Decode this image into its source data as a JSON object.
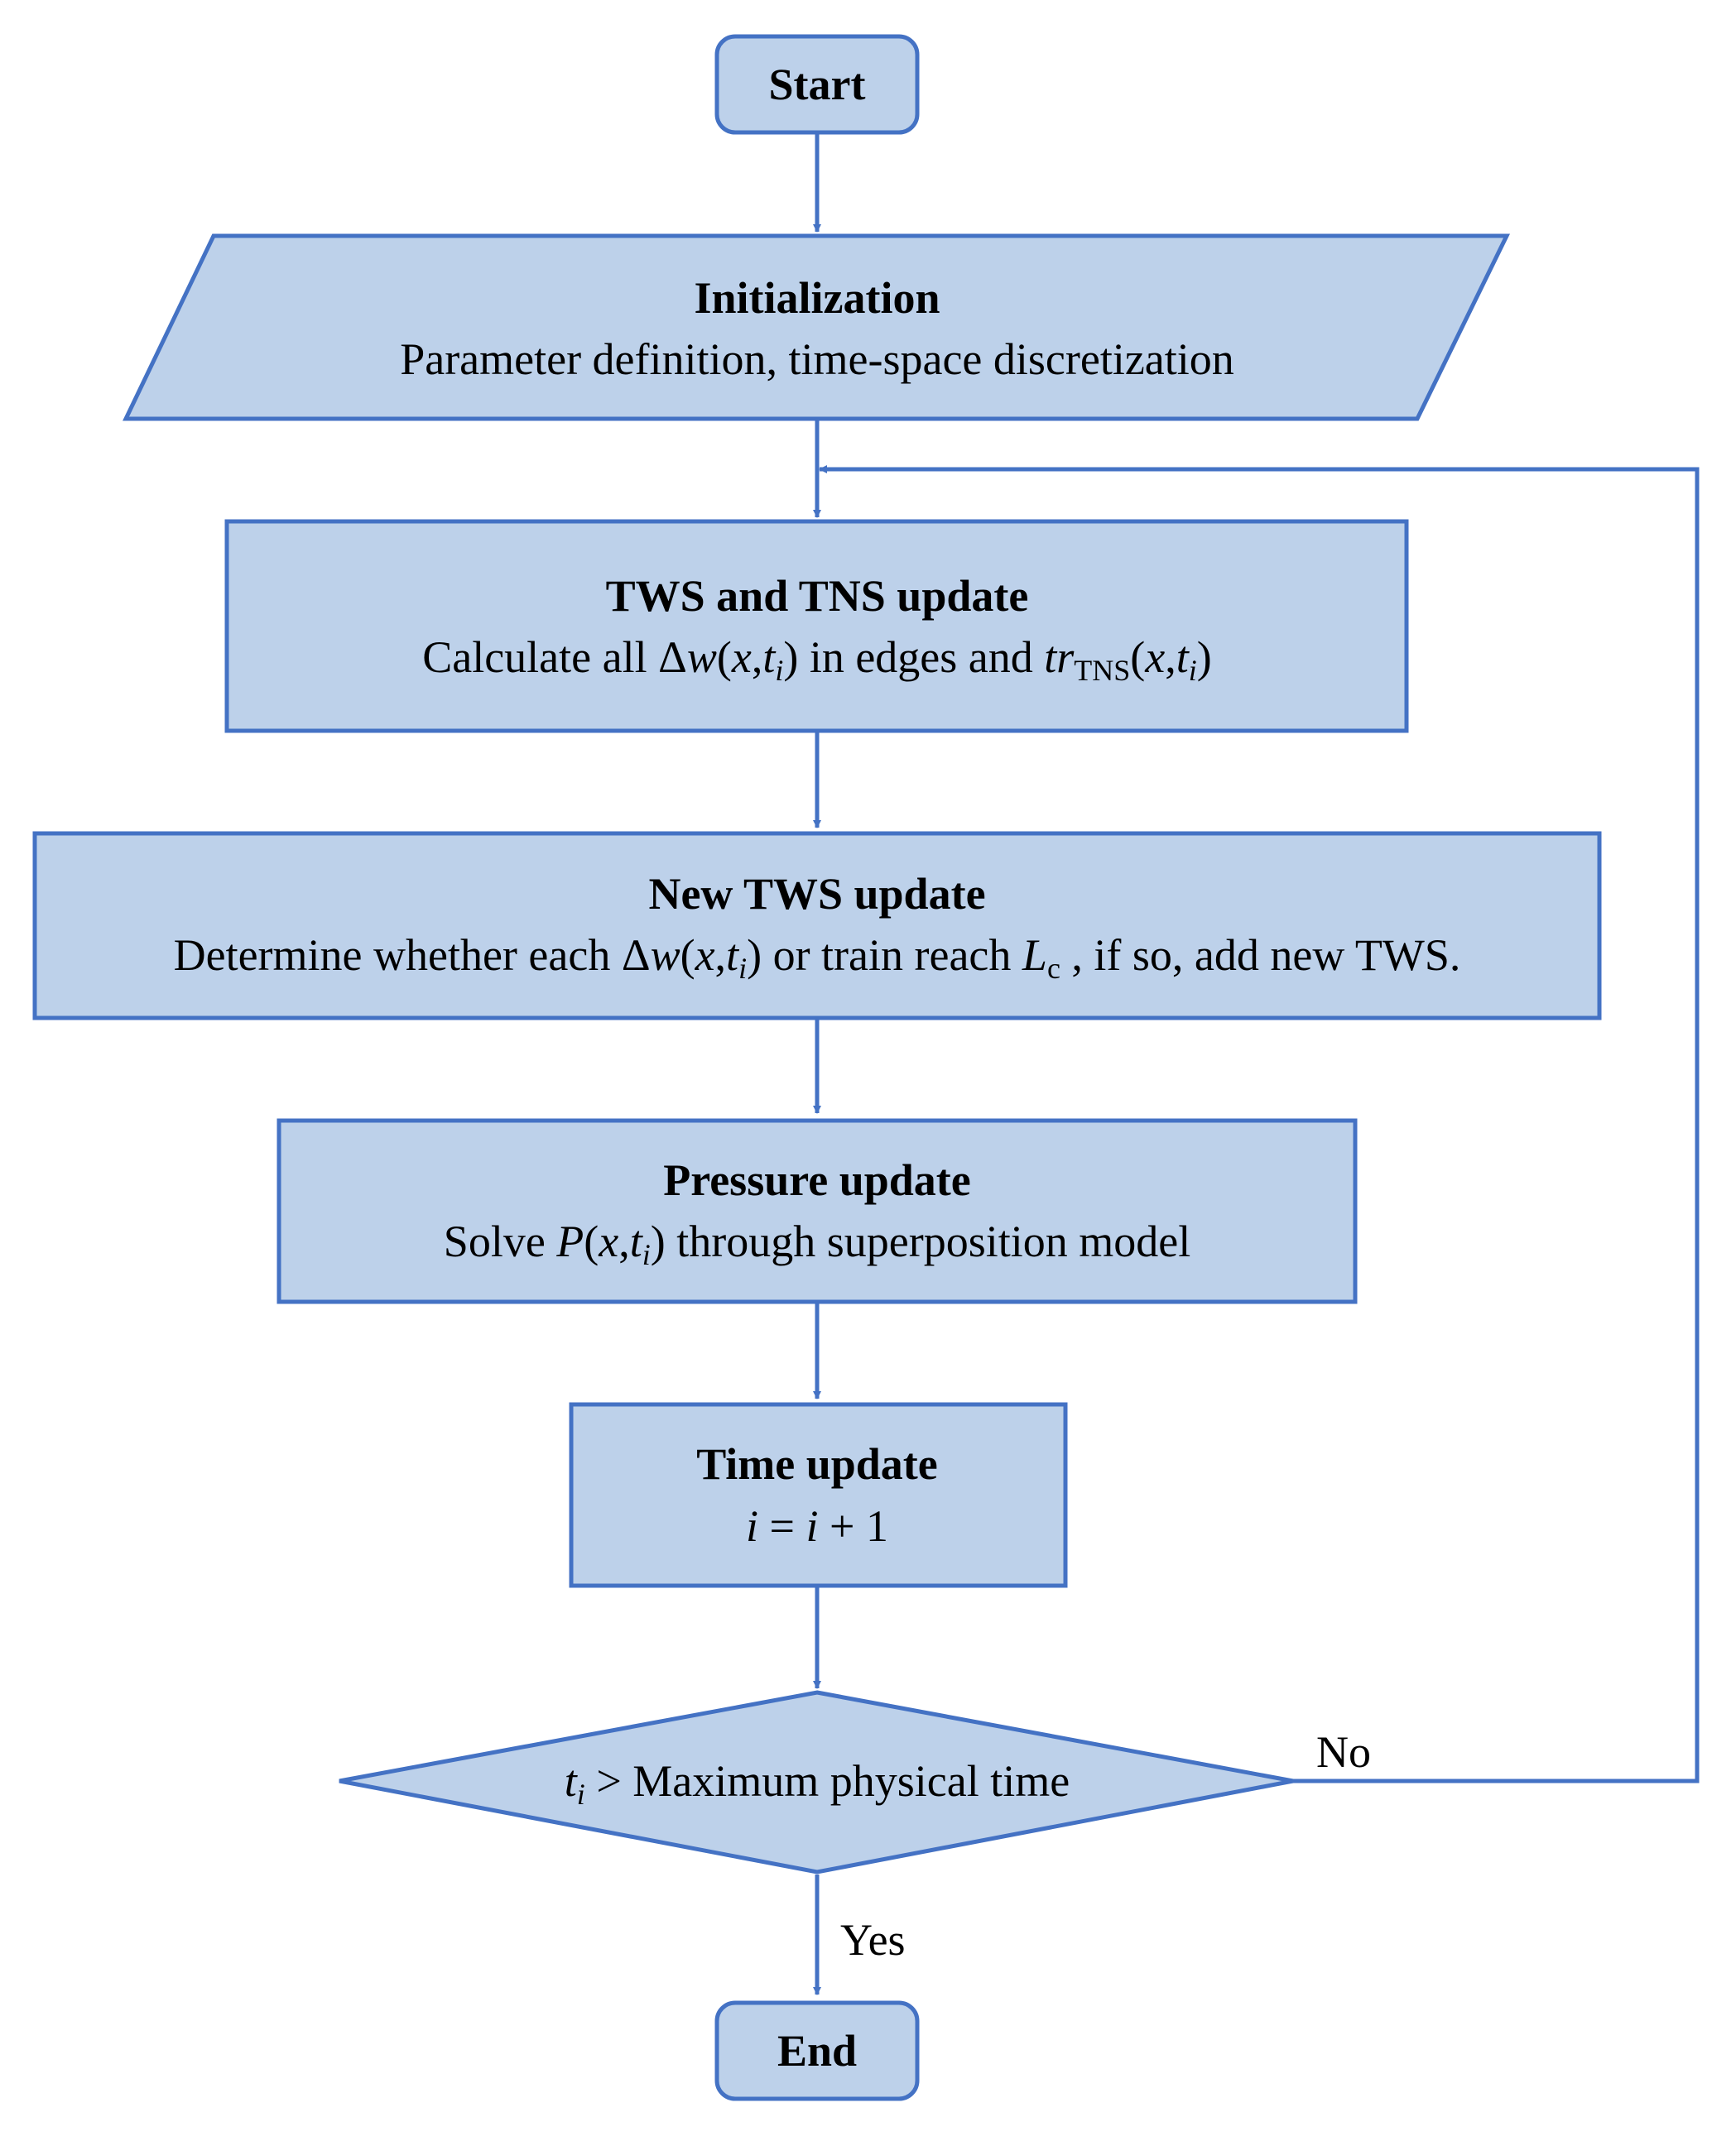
{
  "diagram": {
    "start": {
      "label": "Start"
    },
    "init": {
      "title": "Initialization",
      "text": "Parameter definition, time-space discretization"
    },
    "tws_tns": {
      "title": "TWS and TNS update",
      "text_a": "Calculate all Δ",
      "var_w": "w",
      "paren_open": "(",
      "var_x": "x",
      "comma": ",",
      "var_t": "t",
      "sub_i": "i",
      "paren_close": ")",
      "text_b": " in edges and ",
      "var_tr": "tr",
      "sub_tns": "TNS"
    },
    "new_tws": {
      "title": "New TWS update",
      "text_a": "Determine whether each Δ",
      "text_b": " or train reach ",
      "var_l": "L",
      "sub_c": "c",
      "text_c": " , if so, add new TWS."
    },
    "pressure": {
      "title": "Pressure update",
      "text_a": "Solve ",
      "var_p": "P",
      "text_b": " through superposition model"
    },
    "time": {
      "title": "Time update",
      "var_i": "i",
      "eq": " = ",
      "plus_one": " + 1"
    },
    "decision": {
      "text": " > Maximum physical time"
    },
    "edges": {
      "no_label": "No",
      "yes_label": "Yes"
    },
    "end": {
      "label": "End"
    }
  }
}
